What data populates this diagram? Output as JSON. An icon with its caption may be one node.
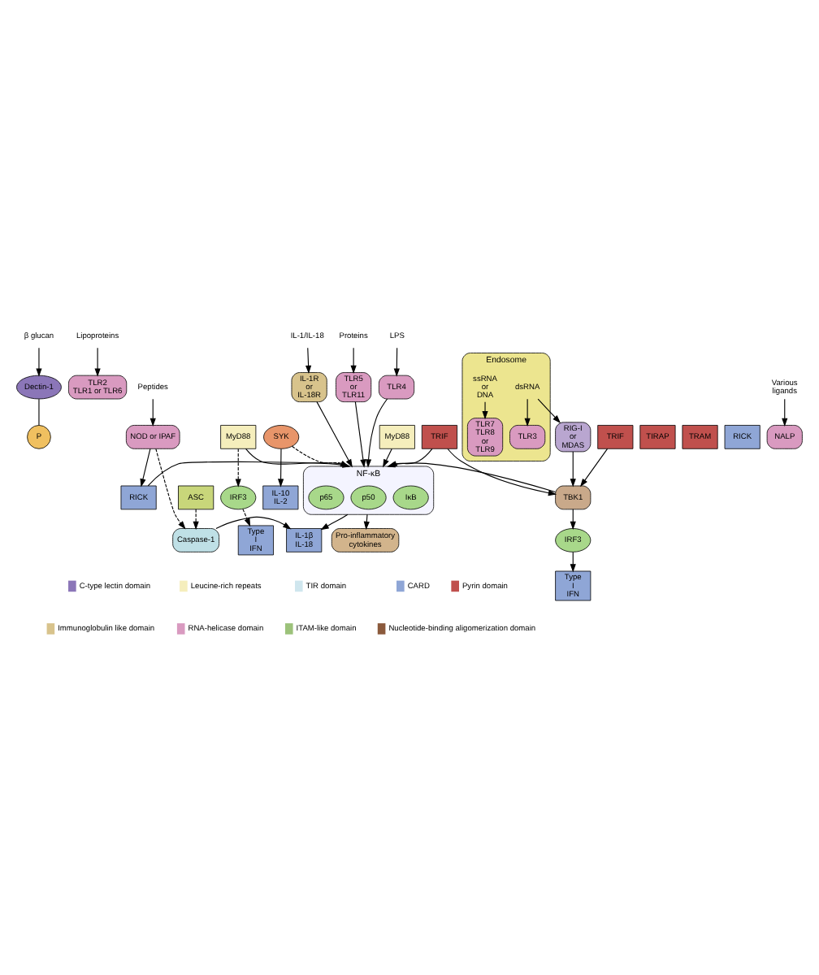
{
  "diagram": {
    "nodes": [
      {
        "text": [
          "β glucan"
        ]
      },
      {
        "text": [
          "Dectin-1"
        ]
      },
      {
        "text": [
          "Lipoproteins"
        ]
      },
      {
        "text": [
          "TLR2",
          "TLR1 or TLR6"
        ]
      },
      {
        "text": [
          "IL-1/IL-18"
        ]
      },
      {
        "text": [
          "IL-1R or IL-18R"
        ]
      },
      {
        "text": [
          "Proteins"
        ]
      },
      {
        "text": [
          "TLR5 or TLR11"
        ]
      },
      {
        "text": [
          "LPS"
        ]
      },
      {
        "text": [
          "TLR4"
        ]
      },
      {
        "text": [
          "TIRAP"
        ]
      },
      {
        "text": [
          "MyD88"
        ]
      },
      {
        "text": [
          "TRAM"
        ]
      },
      {
        "text": [
          "TRIF"
        ]
      },
      {
        "text": [
          "P"
        ]
      },
      {
        "text": [
          "SYK"
        ]
      },
      {
        "text": [
          "RICK"
        ]
      },
      {
        "text": [
          "IL-10 IL-2"
        ]
      },
      {
        "text": [
          "NF-κB"
        ]
      },
      {
        "text": [
          "IκB"
        ],
        "in": 18
      },
      {
        "text": [
          "p50"
        ],
        "in": 18
      },
      {
        "text": [
          "p65"
        ],
        "in": 18
      },
      {
        "text": [
          "Type I IFN"
        ]
      },
      {
        "text": [
          "TBK1"
        ]
      },
      {
        "text": [
          "IRF3"
        ]
      },
      {
        "text": [
          "Various ligands"
        ]
      },
      {
        "text": [
          "Peptides"
        ]
      },
      {
        "text": [
          "NALP"
        ]
      },
      {
        "text": [
          "NOD or IPAF"
        ]
      },
      {
        "text": [
          "ASC"
        ]
      },
      {
        "text": [
          "RICK"
        ]
      },
      {
        "text": [
          "MyD88"
        ]
      },
      {
        "text": [
          "Endosome"
        ]
      },
      {
        "text": [
          "TLR3"
        ],
        "in": 32
      },
      {
        "text": [
          "TRIF"
        ]
      },
      {
        "text": [
          "RIG-I or MDAS"
        ]
      },
      {
        "text": [
          "IRF3"
        ]
      },
      {
        "text": [
          "TLR7 TLR8 or TLR9"
        ],
        "in": 32
      },
      {
        "text": [
          "dsRNA"
        ],
        "in": 32
      },
      {
        "text": [
          "ssRNA or DNA"
        ],
        "in": 32
      },
      {
        "text": [
          "Caspase-1"
        ]
      },
      {
        "text": [
          "IL-1β IL-18"
        ]
      },
      {
        "text": [
          "Type I IFN"
        ]
      },
      {
        "text": [
          "Pro-inflammatory cytokines"
        ]
      }
    ],
    "edges": [
      {
        "from": 0,
        "to": 1,
        "arrow": "to"
      },
      {
        "from": 2,
        "to": 3,
        "arrow": "to"
      },
      {
        "from": 4,
        "to": 5,
        "arrow": "to"
      },
      {
        "from": 6,
        "to": 7,
        "arrow": "to"
      },
      {
        "from": 8,
        "to": 9,
        "arrow": "to"
      },
      {
        "from": 1,
        "to": 14,
        "arrow": "none"
      },
      {
        "from": 15,
        "to": 17,
        "arrow": "to"
      },
      {
        "from": 15,
        "to": 18,
        "arrow": "to",
        "style": "dashed"
      },
      {
        "from": 11,
        "to": 18,
        "arrow": "to"
      },
      {
        "from": 5,
        "to": 18,
        "arrow": "to"
      },
      {
        "from": 7,
        "to": 18,
        "arrow": "to"
      },
      {
        "from": 9,
        "to": 18,
        "arrow": "to"
      },
      {
        "from": 13,
        "to": 18,
        "arrow": "to"
      },
      {
        "from": 13,
        "to": 23,
        "arrow": "to"
      },
      {
        "from": 23,
        "to": 18,
        "arrow": "to"
      },
      {
        "from": 23,
        "to": 24,
        "arrow": "to"
      },
      {
        "from": 24,
        "to": 22,
        "arrow": "to"
      },
      {
        "from": 25,
        "to": 27,
        "arrow": "to"
      },
      {
        "from": 26,
        "to": 28,
        "arrow": "to"
      },
      {
        "from": 28,
        "to": 30,
        "arrow": "to"
      },
      {
        "from": 30,
        "to": 18,
        "arrow": "to"
      },
      {
        "from": 31,
        "to": 18,
        "arrow": "to"
      },
      {
        "from": 31,
        "to": 36,
        "arrow": "to",
        "style": "dashed"
      },
      {
        "from": 36,
        "to": 42,
        "arrow": "to",
        "style": "dashed"
      },
      {
        "from": 34,
        "to": 23,
        "arrow": "to"
      },
      {
        "from": 35,
        "to": 23,
        "arrow": "to"
      },
      {
        "from": 39,
        "to": 37,
        "arrow": "to"
      },
      {
        "from": 38,
        "to": 33,
        "arrow": "to"
      },
      {
        "from": 38,
        "to": 35,
        "arrow": "to"
      },
      {
        "from": 29,
        "to": 40,
        "arrow": "to",
        "style": "dashed"
      },
      {
        "from": 28,
        "to": 40,
        "arrow": "to",
        "style": "dashed"
      },
      {
        "from": 40,
        "to": 41,
        "arrow": "to"
      },
      {
        "from": 18,
        "to": 41,
        "arrow": "to"
      },
      {
        "from": 18,
        "to": 43,
        "arrow": "to"
      }
    ],
    "legend": [
      {
        "text": "C-type lectin domain"
      },
      {
        "text": "Leucine-rich repeats"
      },
      {
        "text": "TIR domain"
      },
      {
        "text": "CARD"
      },
      {
        "text": "Pyrin domain"
      },
      {
        "text": "Immunoglobulin like domain"
      },
      {
        "text": "RNA-helicase domain"
      },
      {
        "text": "ITAM-like domain"
      },
      {
        "text": "Nucleotide-binding aligomerization domain"
      }
    ]
  }
}
